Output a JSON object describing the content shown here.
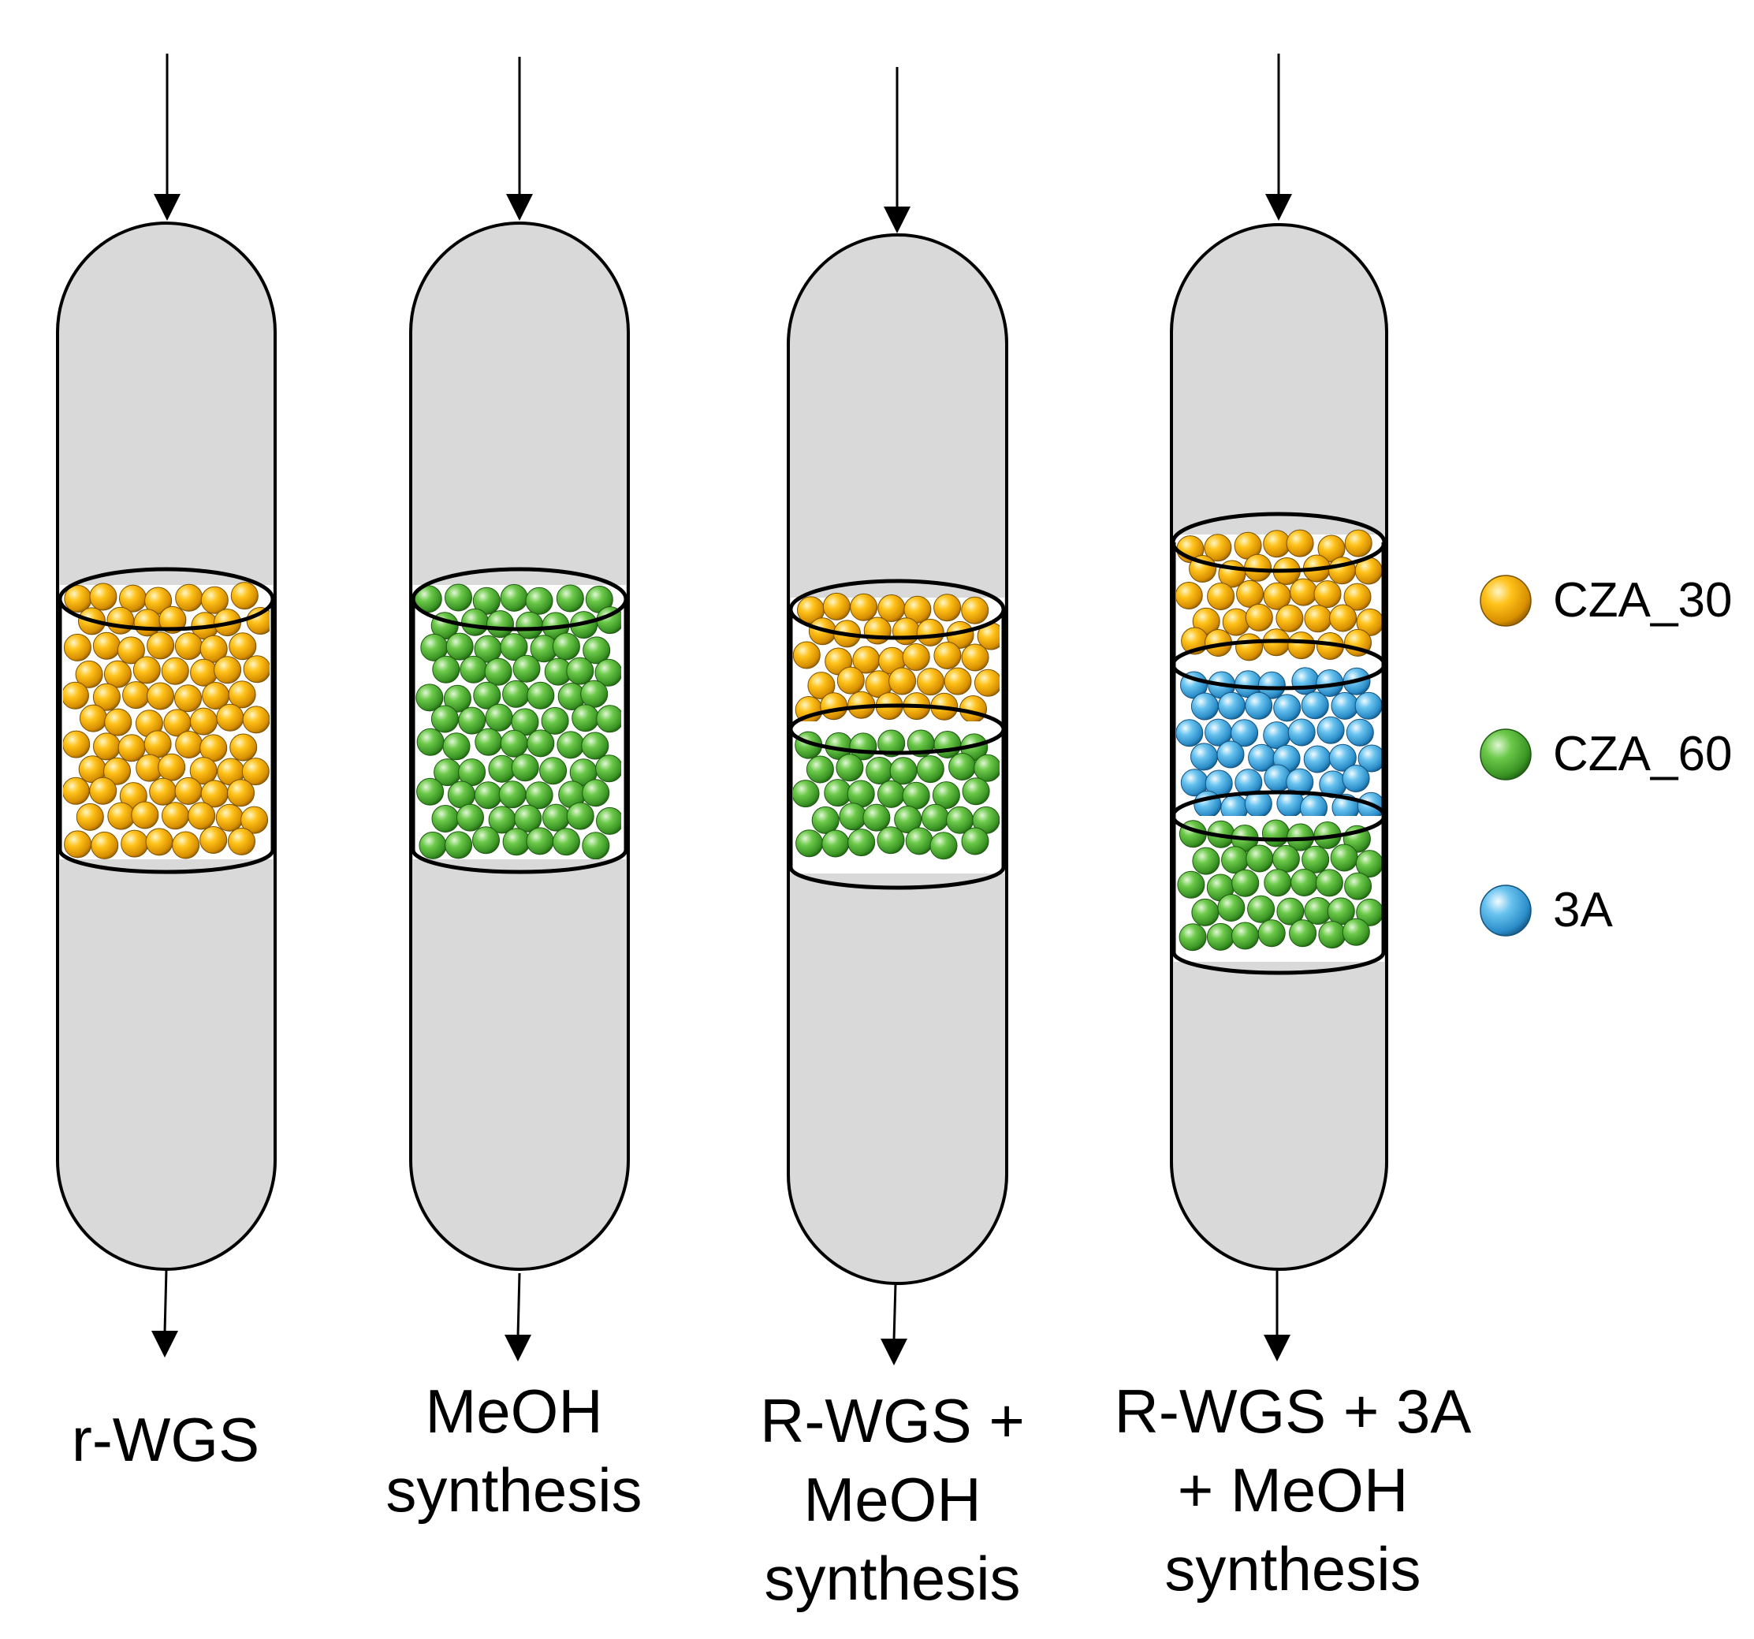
{
  "reactors": [
    {
      "id": "r1",
      "caption_lines": [
        "r-WGS"
      ],
      "beds": [
        "CZA_30"
      ]
    },
    {
      "id": "r2",
      "caption_lines": [
        "MeOH",
        "synthesis"
      ],
      "beds": [
        "CZA_60"
      ]
    },
    {
      "id": "r3",
      "caption_lines": [
        "R-WGS +",
        "MeOH",
        "synthesis"
      ],
      "beds": [
        "CZA_30",
        "CZA_60"
      ]
    },
    {
      "id": "r4",
      "caption_lines": [
        "R-WGS + 3A",
        "+ MeOH",
        "synthesis"
      ],
      "beds": [
        "CZA_30",
        "3A",
        "CZA_60"
      ]
    }
  ],
  "legend": [
    {
      "label": "CZA_30",
      "color": "#f2a900"
    },
    {
      "label": "CZA_60",
      "color": "#4caf32"
    },
    {
      "label": "3A",
      "color": "#2f9fd8"
    }
  ],
  "colors": {
    "reactor_fill": "#d9d9d9",
    "outline": "#000000"
  }
}
